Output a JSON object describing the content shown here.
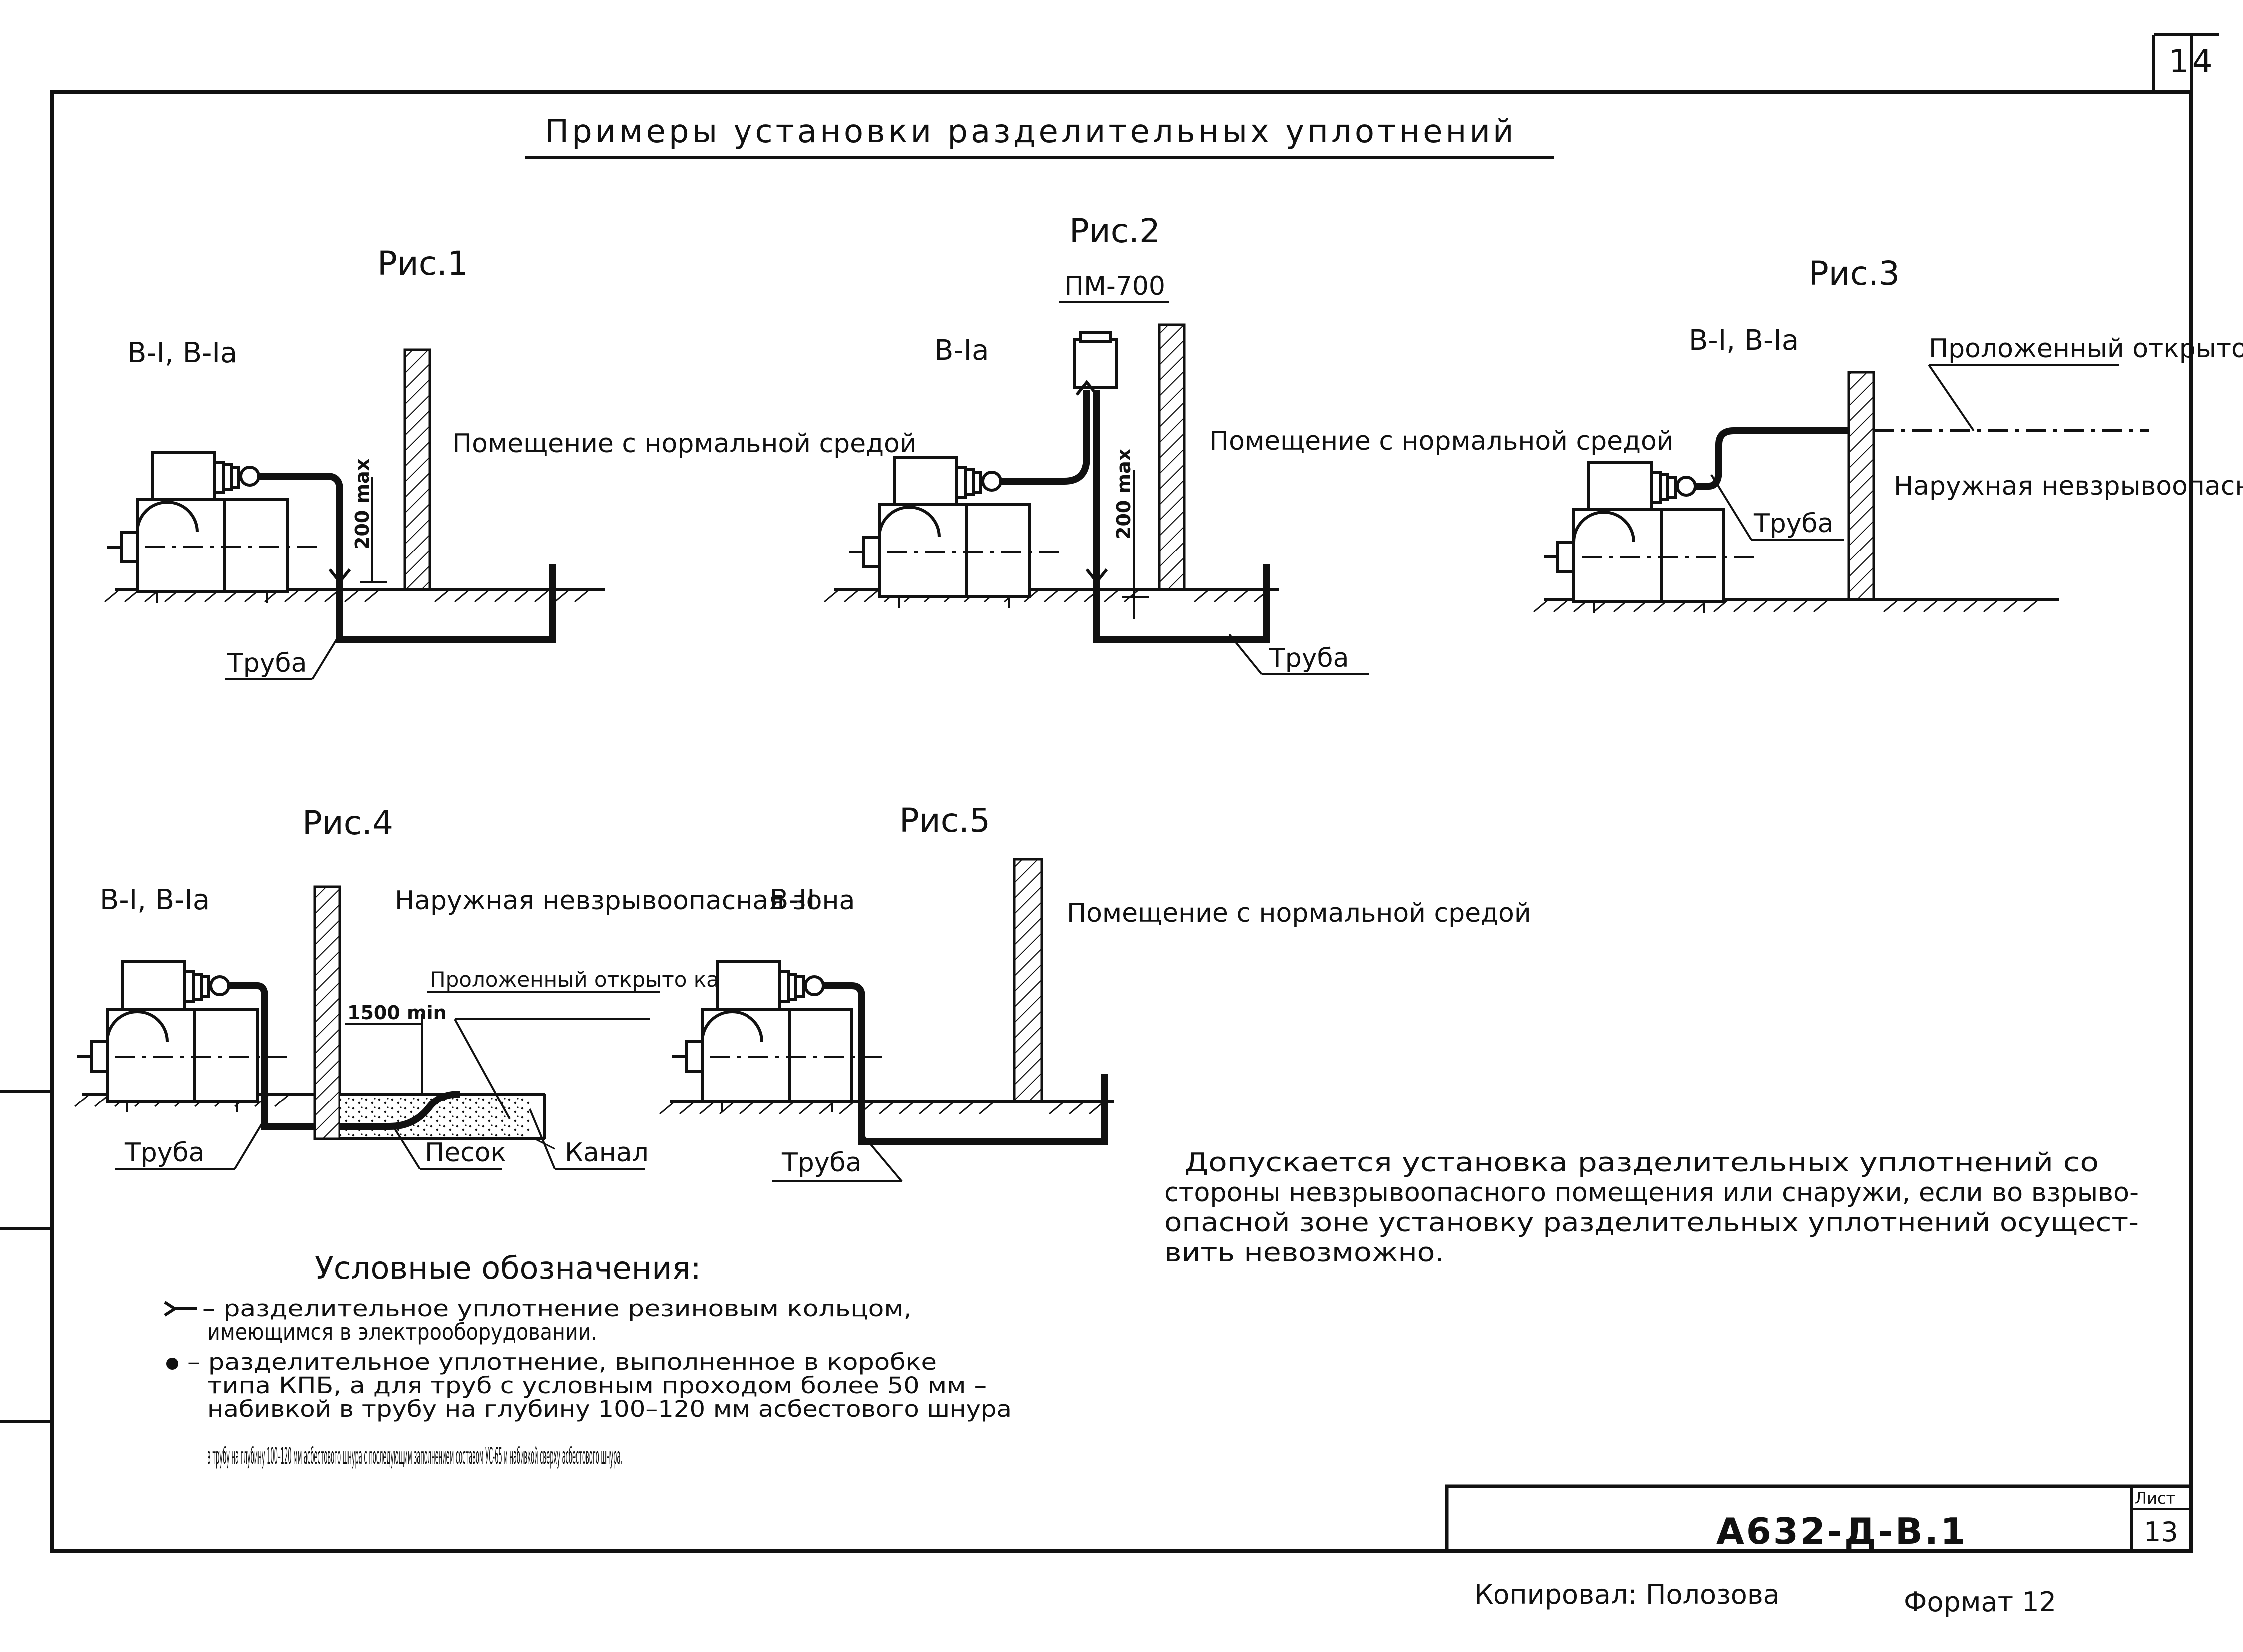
{
  "sheet": {
    "corner_number": "14",
    "title": "Примеры установки разделительных уплотнений",
    "drawing_code": "А632-Д-В.1",
    "sheet_label": "Лист",
    "sheet_number": "13",
    "copied_by": "Копировал: Полозова",
    "format": "Формат 12"
  },
  "figures": {
    "fig1": {
      "title": "Рис.1",
      "class": "В-I, В-Iа",
      "room": "Помещение с нормальной средой",
      "pipe": "Труба",
      "dimension": "200 max"
    },
    "fig2": {
      "title": "Рис.2",
      "subtitle": "ПМ-700",
      "class": "В-Iа",
      "room": "Помещение с нормальной средой",
      "pipe": "Труба",
      "dimension": "200 max"
    },
    "fig3": {
      "title": "Рис.3",
      "class": "В-I, В-Iа",
      "cable": "Проложенный открыто кабель",
      "zone": "Наружная невзрывоопасная зона",
      "pipe": "Труба"
    },
    "fig4": {
      "title": "Рис.4",
      "class": "В-I, В-Iа",
      "zone": "Наружная невзрывоопасная зона",
      "cable": "Проложенный открыто кабель",
      "dimension": "1500 min",
      "pipe": "Труба",
      "sand": "Песок",
      "channel": "Канал"
    },
    "fig5": {
      "title": "Рис.5",
      "class": "В-II",
      "room": "Помещение с нормальной средой",
      "pipe": "Труба"
    }
  },
  "note": "Допускается установка разделительных уплотнений со стороны невзрывоопасного помещения или снаружи, если во взрывоопасной зоне установку разделительных уплотнений осуществить невозможно.",
  "legend": {
    "heading": "Условные обозначения:",
    "item1": "– разделительное уплотнение резиновым кольцом, имеющимся в электрооборудовании.",
    "item2": "– разделительное уплотнение, выполненное в коробке типа КПБ, а для труб с условным проходом более 50 мм – набивкой в трубу на глубину 100–120 мм асбестового шнура с последующим заполнением составом УС-65 и набивкой сверху асбестового шнура."
  }
}
